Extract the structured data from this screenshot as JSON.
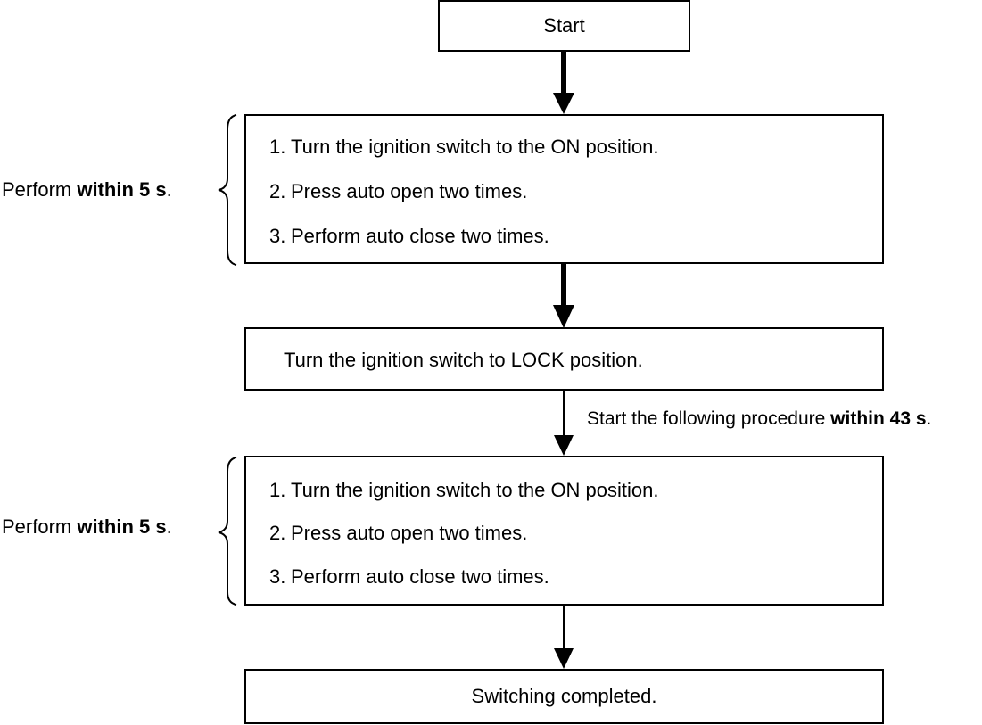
{
  "start": {
    "label": "Start"
  },
  "group1": {
    "steps": [
      {
        "num": "1.",
        "text": "Turn the ignition switch to the ON position."
      },
      {
        "num": "2.",
        "text": "Press auto open two times."
      },
      {
        "num": "3.",
        "text": "Perform auto close two times."
      }
    ],
    "side_prefix": "Perform ",
    "side_bold": "within 5 s",
    "side_suffix": "."
  },
  "lock_step": {
    "label": "Turn the ignition switch to LOCK position."
  },
  "transition_note": {
    "prefix": "Start the following procedure ",
    "bold": "within 43 s",
    "suffix": "."
  },
  "group2": {
    "steps": [
      {
        "num": "1.",
        "text": "Turn the ignition switch to the ON position."
      },
      {
        "num": "2.",
        "text": "Press auto open two times."
      },
      {
        "num": "3.",
        "text": "Perform auto close two times."
      }
    ],
    "side_prefix": "Perform ",
    "side_bold": "within 5 s",
    "side_suffix": "."
  },
  "end": {
    "label": "Switching completed."
  }
}
